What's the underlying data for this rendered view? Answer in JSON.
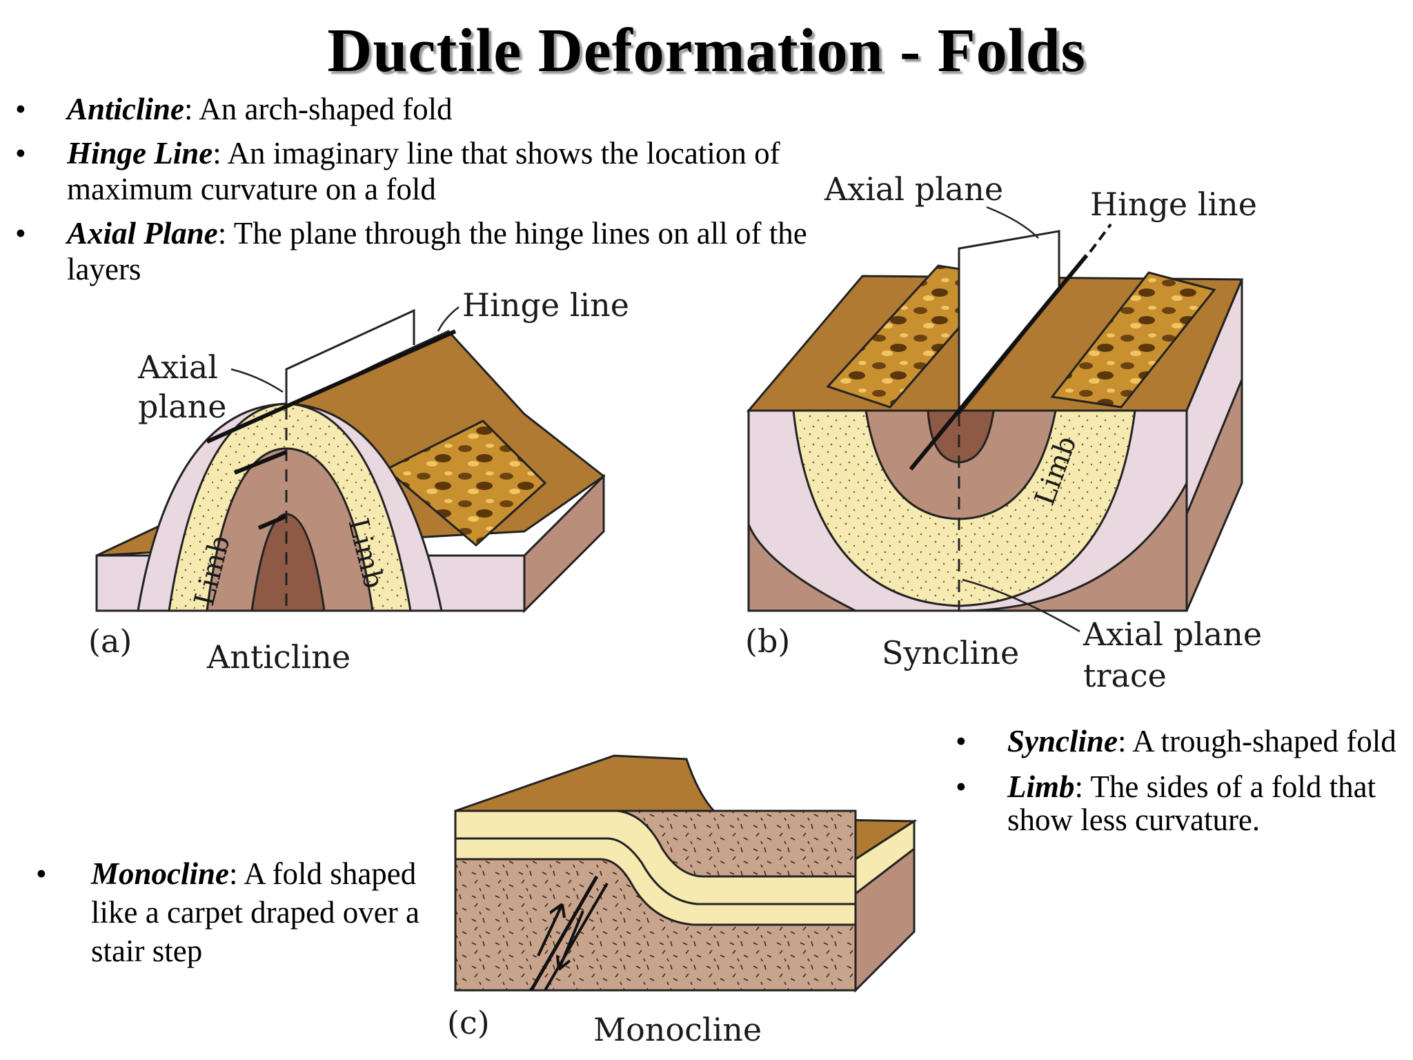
{
  "title": "Ductile Deformation - Folds",
  "bullets_top": [
    {
      "term": "Anticline",
      "text": ": An arch-shaped fold"
    },
    {
      "term": "Hinge Line",
      "text": ": An imaginary line that shows the location of maximum curvature on a fold"
    },
    {
      "term": "Axial Plane",
      "text": ": The plane through the hinge lines on all of the layers"
    }
  ],
  "bullets_right": [
    {
      "term": "Syncline",
      "text": ": A trough-shaped fold"
    },
    {
      "term": "Limb",
      "text": ": The sides of a fold that show less curvature."
    }
  ],
  "bullets_left": [
    {
      "term": "Monocline",
      "text": ": A fold shaped like a carpet draped over a stair step"
    }
  ],
  "bullet_symbol": "•",
  "diagram_a": {
    "letter": "(a)",
    "caption": "Anticline",
    "axial_plane_1": "Axial",
    "axial_plane_2": "plane",
    "hinge_line": "Hinge line",
    "limb": "Limb"
  },
  "diagram_b": {
    "letter": "(b)",
    "caption": "Syncline",
    "axial_plane": "Axial plane",
    "hinge_line": "Hinge line",
    "limb": "Limb",
    "trace_1": "Axial plane",
    "trace_2": "trace"
  },
  "diagram_c": {
    "letter": "(c)",
    "caption": "Monocline"
  },
  "colors": {
    "surface": "#b07a33",
    "surface_dark": "#8a5a22",
    "yellow": "#f6eab0",
    "pink": "#e9d8e0",
    "brown": "#b98f7c",
    "dark_brown": "#8e5a45",
    "rock": "#c9a48c"
  }
}
